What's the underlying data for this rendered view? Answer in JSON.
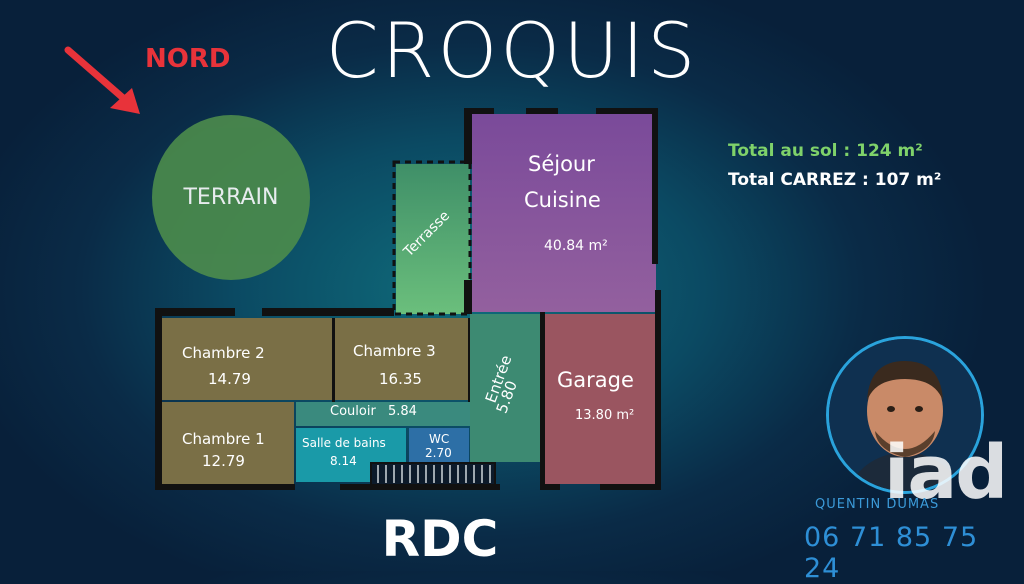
{
  "title": "CROQUIS",
  "orientation": {
    "label": "NORD",
    "arrow_icon": "arrow-icon"
  },
  "terrain_label": "TERRAIN",
  "totals": {
    "sol": "Total au sol : 124 m²",
    "carrez": "Total CARREZ : 107 m²"
  },
  "level": "RDC",
  "rooms": {
    "sejour": {
      "name1": "Séjour",
      "name2": "Cuisine",
      "area": "40.84 m²"
    },
    "terrasse": {
      "name": "Terrasse"
    },
    "chambre2": {
      "name": "Chambre 2",
      "area": "14.79"
    },
    "chambre3": {
      "name": "Chambre 3",
      "area": "16.35"
    },
    "entree": {
      "name": "Entrée",
      "area": "5.80"
    },
    "garage": {
      "name": "Garage",
      "area": "13.80 m²"
    },
    "couloir": {
      "name": "Couloir",
      "area": "5.84"
    },
    "chambre1": {
      "name": "Chambre 1",
      "area": "12.79"
    },
    "sdb": {
      "name": "Salle de bains",
      "area": "8.14"
    },
    "wc": {
      "name": "WC",
      "area": "2.70"
    }
  },
  "agent": {
    "name": "QUENTIN DUMAS",
    "phone": "06 71 85 75 24",
    "logo": "iad"
  },
  "colors": {
    "nord": "#e8333a",
    "total_sol": "#7fd26a",
    "accent": "#2e8fd6"
  }
}
